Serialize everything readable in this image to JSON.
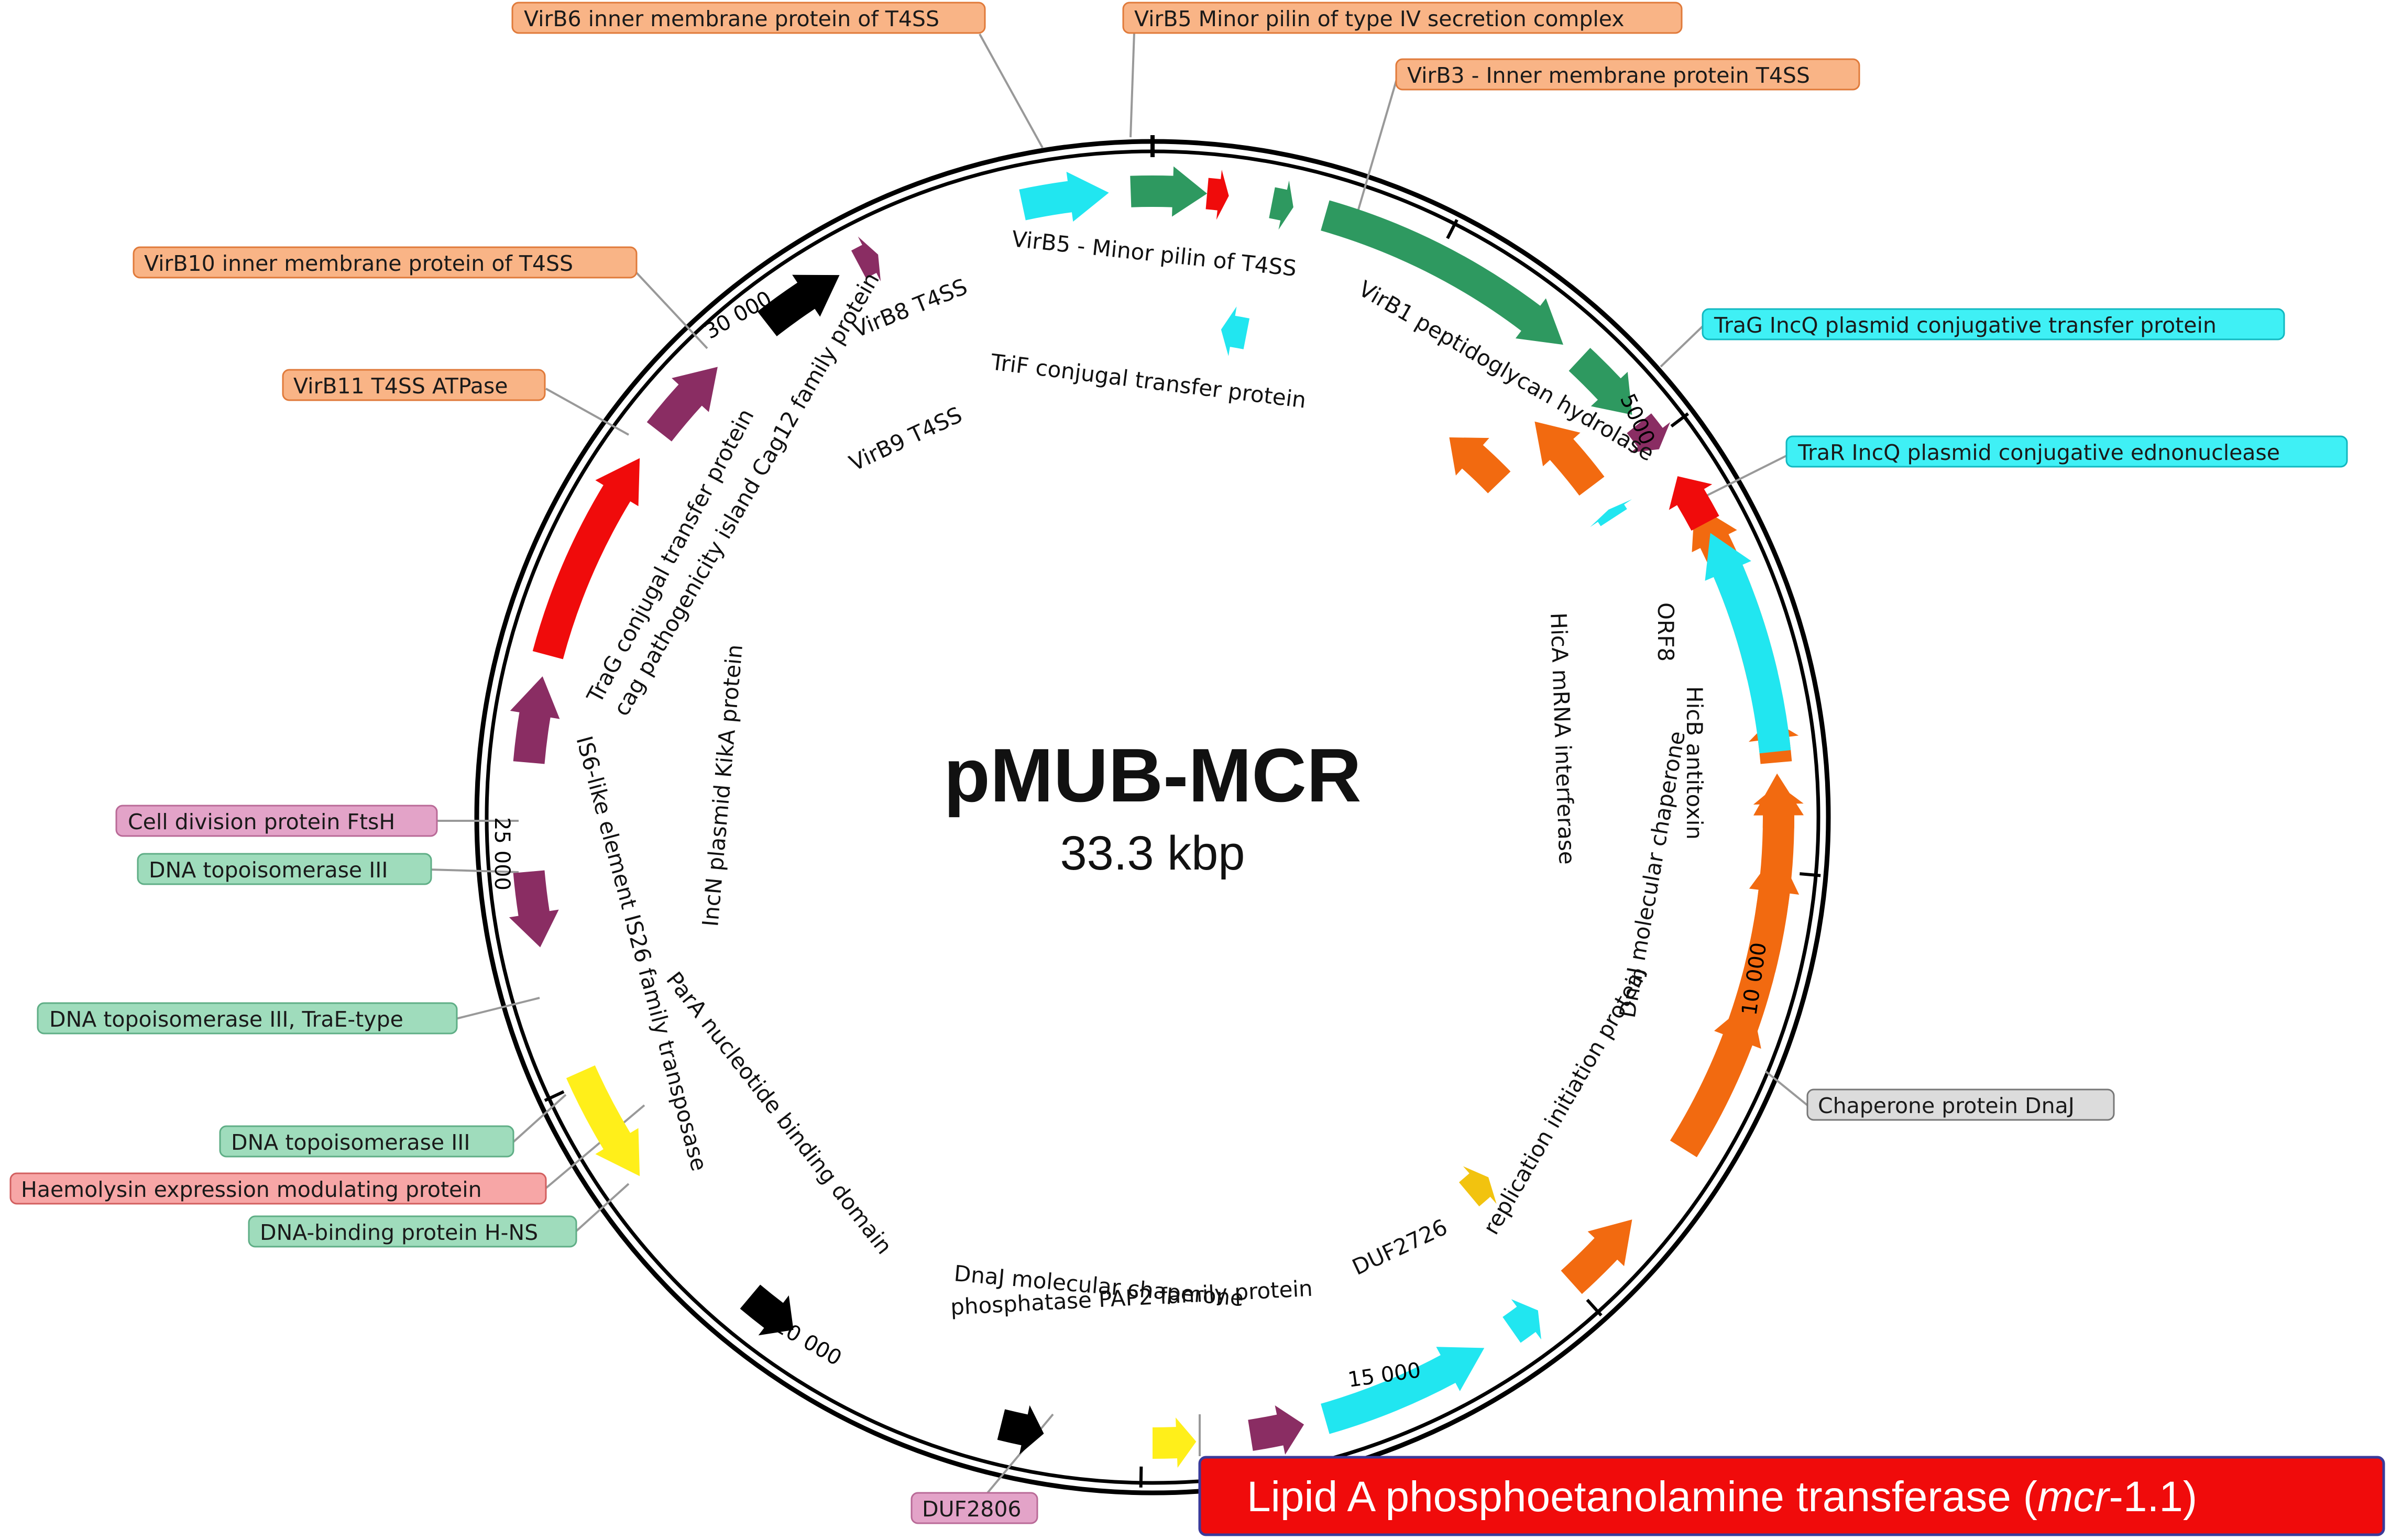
{
  "plasmid": {
    "name": "pMUB-MCR",
    "size_label": "33.3 kbp"
  },
  "ticks": [
    "30 000",
    "25 000",
    "20 000",
    "15 000",
    "10 000",
    "5000"
  ],
  "colors": {
    "virb": "#f26a10",
    "virb_box": "#f9b486",
    "tra": "#21e6f0",
    "tra_box": "#3ff0f5",
    "green": "#2e9960",
    "green_box": "#9fdcbc",
    "red": "#f00b0b",
    "red_box": "#f7a6a6",
    "purple": "#8a2d63",
    "purple_box": "#e3a3c8",
    "yellow": "#ffef1a",
    "gold": "#f2c30f",
    "black": "#000000",
    "gray_box": "#dcdcdc"
  },
  "callouts": [
    {
      "text": "VirB6 inner membrane protein of T4SS",
      "color": "virb_box"
    },
    {
      "text": "VirB5 Minor pilin of type IV secretion complex",
      "color": "virb_box"
    },
    {
      "text": "VirB3 - Inner membrane protein T4SS",
      "color": "virb_box"
    },
    {
      "text": "VirB10 inner membrane protein of T4SS",
      "color": "virb_box"
    },
    {
      "text": "VirB11 T4SS ATPase",
      "color": "virb_box"
    },
    {
      "text": "TraG IncQ plasmid conjugative transfer protein",
      "color": "tra_box"
    },
    {
      "text": "TraR IncQ plasmid conjugative ednonuclease",
      "color": "tra_box"
    },
    {
      "text": "Cell division protein FtsH",
      "color": "purple_box"
    },
    {
      "text": "DNA topoisomerase III",
      "color": "green_box"
    },
    {
      "text": "DNA topoisomerase III, TraE-type",
      "color": "green_box"
    },
    {
      "text": "DNA topoisomerase III",
      "color": "green_box"
    },
    {
      "text": "Haemolysin expression modulating protein",
      "color": "red_box"
    },
    {
      "text": "DNA-binding protein H-NS",
      "color": "green_box"
    },
    {
      "text": "Chaperone protein DnaJ",
      "color": "gray_box"
    },
    {
      "text": "DUF2806",
      "color": "purple_box"
    }
  ],
  "highlight": {
    "text_before": "Lipid A phosphoetanolamine transferase (",
    "text_gene": "mcr",
    "text_after": "-1.1)"
  },
  "inner_labels": [
    "VirB5 - Minor pilin of T4SS",
    "VirB1 peptidoglycan hydrolase",
    "VirB8 T4SS",
    "TriF conjugal transfer protein",
    "VirB9 T4SS",
    "cag pathogenicity island Cag12 family protein",
    "TraG conjugal transfer protein",
    "IS6-like element IS26 family transposase",
    "IncN plasmid KikA protein",
    "ParA nucleotide binding domain",
    "DnaJ molecular chaperone",
    "phosphatase PAP2 family protein",
    "DUF2726",
    "replication initiation protein",
    "DnaJ molecular chaperone",
    "HicB antitoxin",
    "HicA mRNA interferase",
    "ORF8"
  ],
  "features": [
    {
      "a1": 330,
      "a2": 347,
      "r": 1195,
      "color": "virb",
      "dir": "ccw"
    },
    {
      "a1": 351,
      "a2": 355,
      "r": 1195,
      "color": "virb",
      "dir": "ccw"
    },
    {
      "a1": 357,
      "a2": 361,
      "r": 1195,
      "color": "virb",
      "dir": "ccw"
    },
    {
      "a1": 363,
      "a2": 392,
      "r": 1195,
      "color": "virb",
      "dir": "ccw"
    },
    {
      "a1": 400,
      "a2": 408,
      "r": 1195,
      "color": "virb",
      "dir": "ccw"
    },
    {
      "a1": 412,
      "a2": 415,
      "r": 1195,
      "color": "tra",
      "dir": "ccw"
    },
    {
      "a1": 418,
      "a2": 434,
      "r": 1195,
      "color": "tra",
      "dir": "ccw"
    },
    {
      "a1": 436,
      "a2": 441,
      "r": 1195,
      "color": "purple",
      "dir": "ccw"
    },
    {
      "a1": 446,
      "a2": 450,
      "r": 1195,
      "color": "yellow",
      "dir": "ccw"
    },
    {
      "a1": 460,
      "a2": 464,
      "r": 1195,
      "color": "black",
      "dir": "ccw"
    },
    {
      "a1": 485,
      "a2": 490,
      "r": 1195,
      "color": "black",
      "dir": "ccw"
    },
    {
      "a1": 505,
      "a2": 516,
      "r": 1195,
      "color": "yellow",
      "dir": "ccw"
    },
    {
      "a1": 528,
      "a2": 535,
      "r": 1195,
      "color": "purple",
      "dir": "ccw"
    },
    {
      "a1": 545,
      "a2": 553,
      "r": 1195,
      "color": "purple",
      "dir": "cw"
    },
    {
      "a1": 555,
      "a2": 575,
      "r": 1195,
      "color": "red",
      "dir": "cw"
    },
    {
      "a1": 578,
      "a2": 586,
      "r": 1195,
      "color": "purple",
      "dir": "cw"
    },
    {
      "a1": 592,
      "a2": 600,
      "r": 1195,
      "color": "black",
      "dir": "cw"
    },
    {
      "a1": 602,
      "a2": 604,
      "r": 1195,
      "color": "purple",
      "dir": "cw"
    },
    {
      "a1": 618,
      "a2": 626,
      "r": 1195,
      "color": "tra",
      "dir": "cw"
    },
    {
      "a1": 628,
      "a2": 635,
      "r": 1195,
      "color": "green",
      "dir": "cw"
    },
    {
      "a1": 635,
      "a2": 637,
      "r": 1195,
      "color": "red",
      "dir": "cw"
    },
    {
      "a1": 641,
      "a2": 643,
      "r": 1195,
      "color": "green",
      "dir": "cw"
    },
    {
      "a1": 646,
      "a2": 671,
      "r": 1195,
      "color": "green",
      "dir": "cw"
    },
    {
      "a1": 673,
      "a2": 680,
      "r": 1195,
      "color": "green",
      "dir": "cw"
    },
    {
      "a1": 681,
      "a2": 684,
      "r": 1195,
      "color": "purple",
      "dir": "cw"
    },
    {
      "a1": 687,
      "a2": 692,
      "r": 1195,
      "color": "red",
      "dir": "ccw"
    },
    {
      "a1": 693,
      "a2": 714,
      "r": 1195,
      "color": "tra",
      "dir": "ccw"
    },
    {
      "a1": 716,
      "a2": 734,
      "r": 1195,
      "color": "virb",
      "dir": "ccw"
    },
    {
      "a1": 737,
      "a2": 752,
      "r": 1195,
      "color": "virb",
      "dir": "ccw"
    },
    {
      "a1": 314,
      "a2": 323,
      "r": 1050,
      "color": "virb",
      "dir": "ccw"
    },
    {
      "a1": 326,
      "a2": 327,
      "r": 1050,
      "color": "tra",
      "dir": "ccw"
    },
    {
      "a1": 308,
      "a2": 316,
      "r": 920,
      "color": "virb",
      "dir": "ccw"
    },
    {
      "a1": 407,
      "a2": 410,
      "r": 940,
      "color": "gold",
      "dir": "ccw"
    },
    {
      "a1": 638,
      "a2": 641,
      "r": 940,
      "color": "tra",
      "dir": "ccw"
    }
  ]
}
